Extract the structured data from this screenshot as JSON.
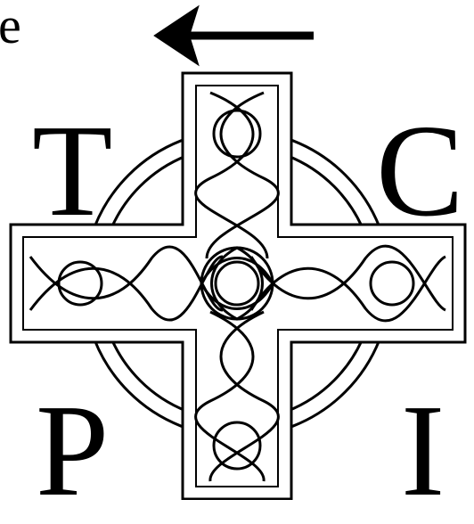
{
  "header": {
    "partial_text": "e",
    "arrow_icon": "left-arrow-icon"
  },
  "letters": {
    "top_left": "T",
    "top_right": "C",
    "bottom_left": "P",
    "bottom_right": "I"
  },
  "emblem": {
    "icon": "celtic-cross-icon",
    "stroke_color": "#000000",
    "fill_color": "#ffffff"
  }
}
